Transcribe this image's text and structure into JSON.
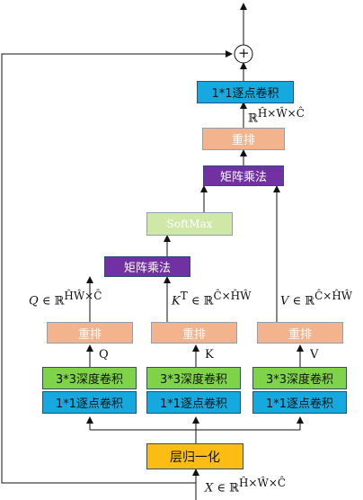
{
  "bottom_input": {
    "var": "X",
    "set": "∈ ℝ",
    "exp": "Ĥ×Ŵ×Ĉ"
  },
  "layer_norm": "层归一化",
  "pointwise_conv": "1*1逐点卷积",
  "depthwise_conv": "3*3深度卷积",
  "reshape": "重排",
  "matmul": "矩阵乘法",
  "softmax": "SoftMax",
  "branch_names": {
    "q": "Q",
    "k": "K",
    "v": "V"
  },
  "q_dim": {
    "var": "Q",
    "set": "∈ ℝ",
    "exp": "ĤŴ×Ĉ"
  },
  "k_dim": {
    "var": "K",
    "sup": "T",
    "set": "∈ ℝ",
    "exp": "Ĉ×ĤŴ"
  },
  "v_dim": {
    "var": "V",
    "set": "∈ ℝ",
    "exp": "Ĉ×ĤŴ"
  },
  "top_dim": {
    "set": "ℝ",
    "exp": "Ĥ×Ŵ×Ĉ"
  },
  "add_symbol": "+"
}
